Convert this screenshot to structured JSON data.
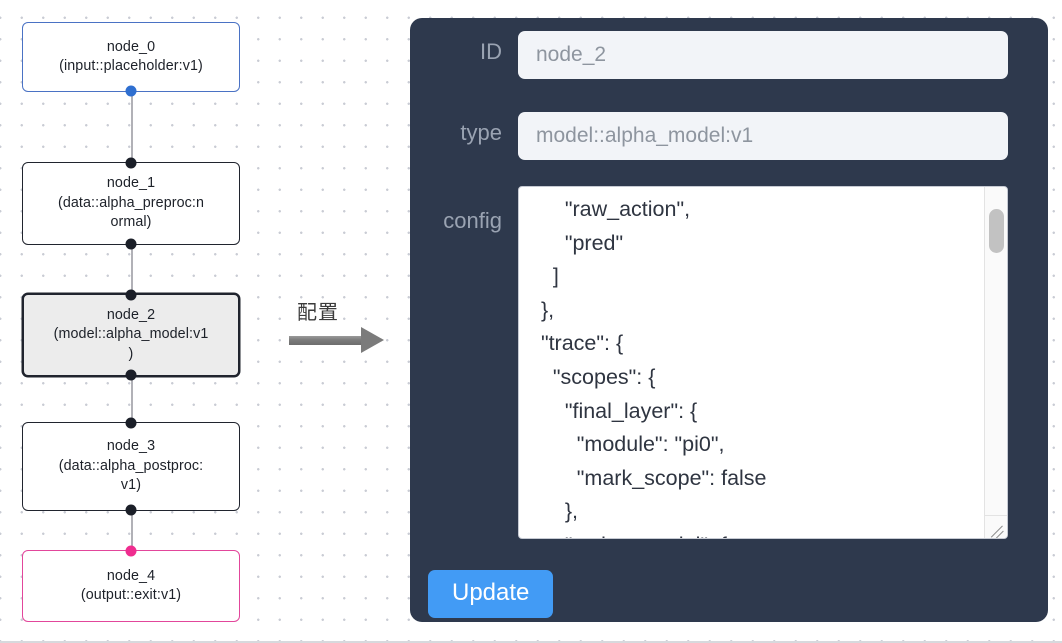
{
  "canvas": {
    "background_color": "#ffffff",
    "dot_color": "#c9ccd4"
  },
  "graph": {
    "edge_color": "#b1b1b7",
    "nodes": [
      {
        "id": "node_0",
        "label": "node_0\n(input::placeholder:v1)",
        "kind": "input",
        "border_color": "#4a72c4",
        "handle_color": "#2f6fd0",
        "selected": false
      },
      {
        "id": "node_1",
        "label": "node_1\n(data::alpha_preproc:n\normal)",
        "kind": "data",
        "border_color": "#20242e",
        "handle_color": "#1b1f28",
        "selected": false
      },
      {
        "id": "node_2",
        "label": "node_2\n(model::alpha_model:v1\n)",
        "kind": "model",
        "border_color": "#20242e",
        "handle_color": "#1b1f28",
        "selected": true
      },
      {
        "id": "node_3",
        "label": "node_3\n(data::alpha_postproc:\nv1)",
        "kind": "data",
        "border_color": "#20242e",
        "handle_color": "#1b1f28",
        "selected": false
      },
      {
        "id": "node_4",
        "label": "node_4\n(output::exit:v1)",
        "kind": "output",
        "border_color": "#e2469b",
        "handle_color": "#ef2d8f",
        "selected": false
      }
    ]
  },
  "annotation": {
    "caption": "配置",
    "arrow_color": "#7b7b7b"
  },
  "config_panel": {
    "background_color": "#2e394d",
    "label_color": "#9aa3b2",
    "fields": [
      {
        "label": "ID",
        "value": "node_2"
      },
      {
        "label": "type",
        "value": "model::alpha_model:v1"
      },
      {
        "label": "config",
        "value": ""
      }
    ],
    "id_label": "ID",
    "id_value": "node_2",
    "type_label": "type",
    "type_value": "model::alpha_model:v1",
    "config_label": "config",
    "config_value": "      \"raw_action\",\n      \"pred\"\n    ]\n  },\n  \"trace\": {\n    \"scopes\": {\n      \"final_layer\": {\n        \"module\": \"pi0\",\n        \"mark_scope\": false\n      },\n      \"action_model\": {",
    "update_label": "Update",
    "update_color": "#429bf5",
    "scrollbar": {
      "track_color": "#fafafa",
      "thumb_color": "#c2c2c2"
    }
  }
}
